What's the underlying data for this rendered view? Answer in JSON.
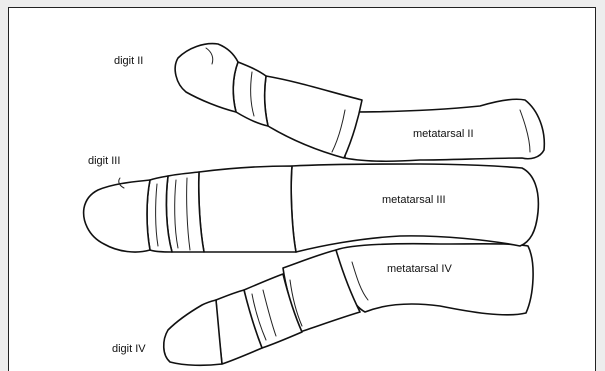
{
  "labels": {
    "digit_ii": "digit II",
    "digit_iii": "digit III",
    "digit_iv": "digit IV",
    "metatarsal_ii": "metatarsal II",
    "metatarsal_iii": "metatarsal III",
    "metatarsal_iv": "metatarsal IV"
  },
  "colors": {
    "background": "#ededed",
    "canvas": "#ffffff",
    "outline": "#111111"
  }
}
